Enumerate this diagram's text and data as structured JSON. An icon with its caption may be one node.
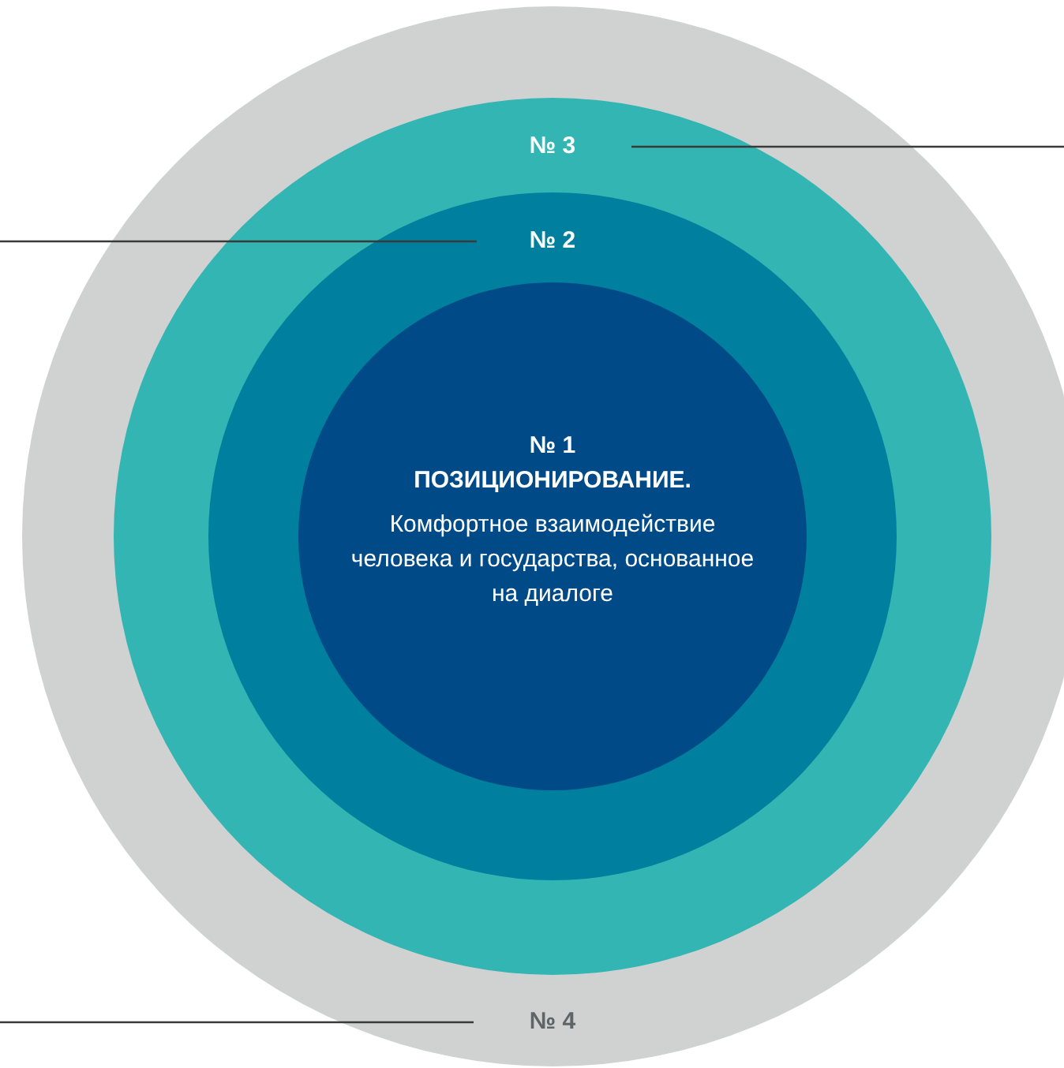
{
  "diagram": {
    "nodes": [
      {
        "text": [
          "№ 4"
        ]
      },
      {
        "text": [
          "№ 3"
        ],
        "in": 0
      },
      {
        "text": [
          "№ 2"
        ],
        "in": 1
      },
      {
        "text": [
          "№ 1",
          "ПОЗИЦИОНИРОВАНИЕ.",
          "Комфортное взаимодействие человека и государства, основанное на диалоге"
        ],
        "in": 2
      }
    ],
    "edges": [
      {
        "from": 1,
        "to": null,
        "arrow": "none"
      },
      {
        "from": null,
        "to": 2,
        "arrow": "none"
      },
      {
        "from": null,
        "to": 0,
        "arrow": "none"
      }
    ]
  }
}
